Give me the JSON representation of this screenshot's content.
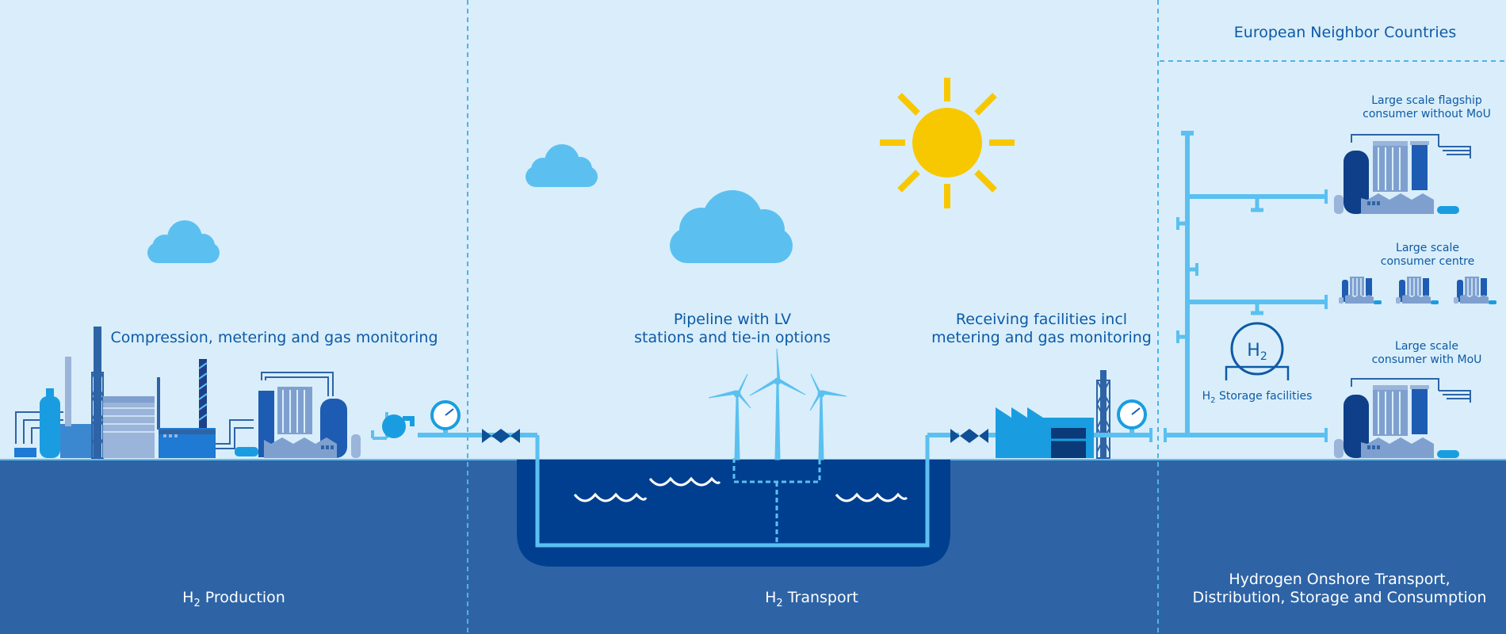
{
  "section_labels": {
    "production": {
      "main": "H",
      "sub": "2",
      "rest": " Production"
    },
    "transport": {
      "main": "H",
      "sub": "2",
      "rest": " Transport"
    },
    "onshore_line1": "Hydrogen Onshore Transport,",
    "onshore_line2": "Distribution, Storage and Consumption"
  },
  "annotations": {
    "compression": "Compression, metering and gas monitoring",
    "pipeline_line1": "Pipeline with LV",
    "pipeline_line2": "stations and tie-in options",
    "receiving_line1": "Receiving facilities incl",
    "receiving_line2": "metering and gas monitoring",
    "neighbor": "European Neighbor Countries",
    "flagship_line1": "Large scale flagship",
    "flagship_line2": "consumer without MoU",
    "centre_line1": "Large scale",
    "centre_line2": "consumer centre",
    "mou_line1": "Large scale",
    "mou_line2": "consumer with MoU",
    "storage_badge_main": "H",
    "storage_badge_sub": "2",
    "storage_label_main": "H",
    "storage_label_sub": "2",
    "storage_label_rest": " Storage facilities"
  },
  "colors": {
    "sky": "#d9eefa",
    "ground": "#2e64a6",
    "sea": "#003f8f",
    "pipe": "#5bc0f0",
    "label": "#0e5aa7",
    "sun": "#f7c800",
    "cloud": "#5bc0f0",
    "divider": "#4fb3e8"
  }
}
